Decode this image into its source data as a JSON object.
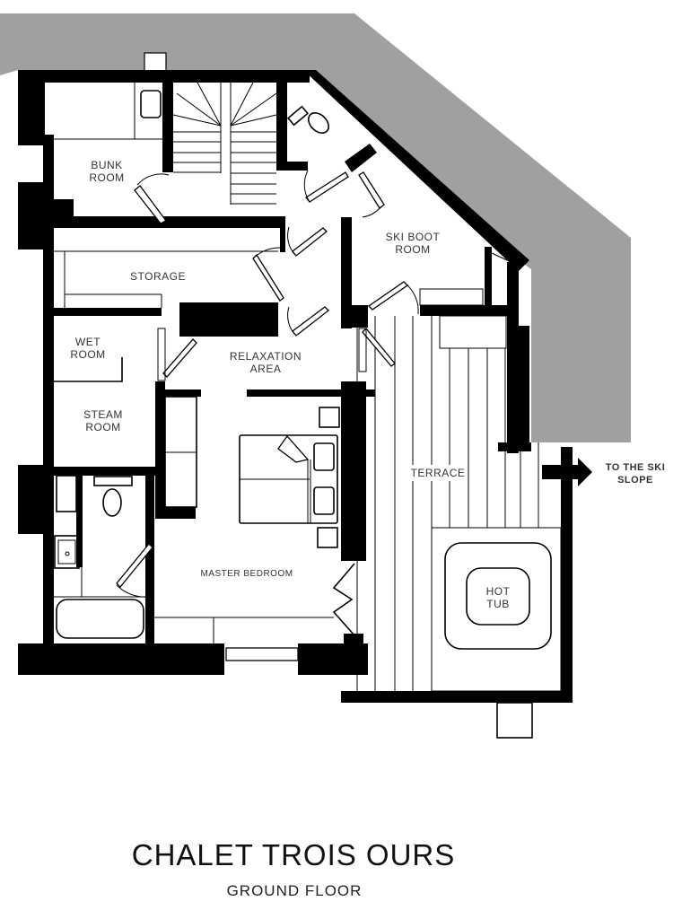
{
  "plan": {
    "rooms": {
      "bunk_room": [
        "BUNK",
        "ROOM"
      ],
      "storage": "STORAGE",
      "ski_boot_room": [
        "SKI BOOT",
        "ROOM"
      ],
      "wet_room": [
        "WET",
        "ROOM"
      ],
      "relaxation_area": [
        "RELAXATION",
        "AREA"
      ],
      "steam_room": [
        "STEAM",
        "ROOM"
      ],
      "master_bedroom": "MASTER BEDROOM",
      "terrace": "TERRACE",
      "hot_tub": [
        "HOT",
        "TUB"
      ]
    },
    "exit_label": [
      "TO THE SKI",
      "SLOPE"
    ],
    "colors": {
      "wall": "#000000",
      "terrain": "#a0a0a0",
      "background": "#ffffff"
    }
  },
  "footer": {
    "title": "CHALET TROIS OURS",
    "subtitle": "GROUND FLOOR"
  }
}
